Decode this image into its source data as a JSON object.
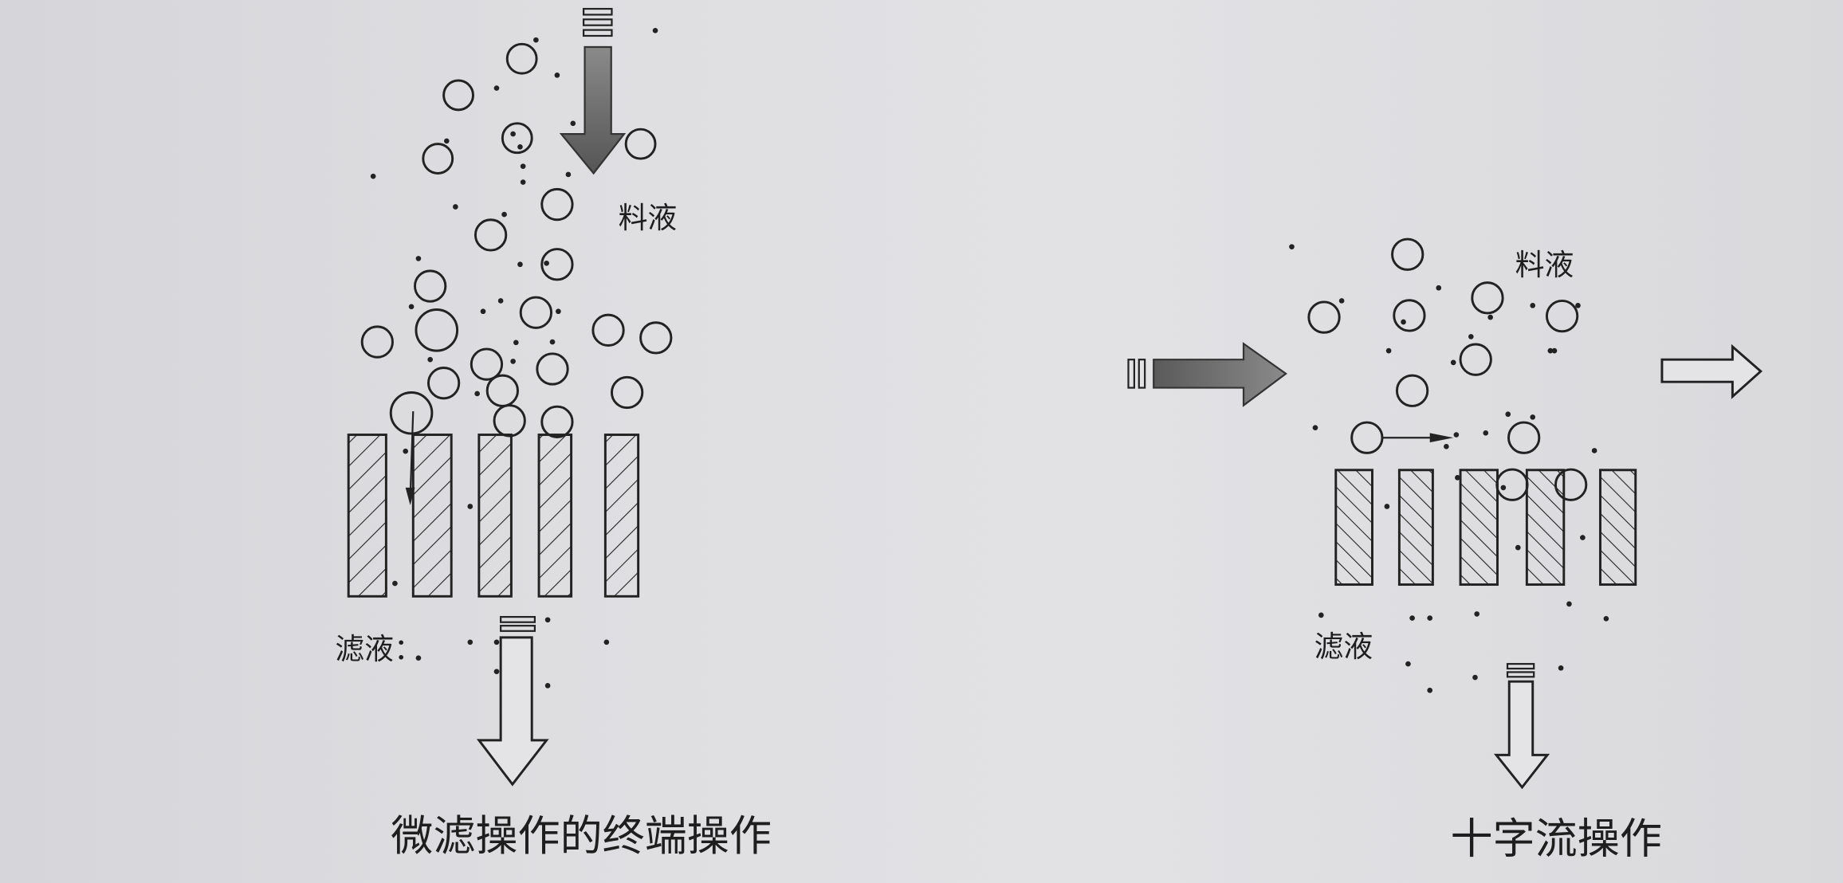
{
  "left_panel": {
    "feed_label": "料液",
    "filtrate_label": "滤液：",
    "caption": "微滤操作的终端操作"
  },
  "right_panel": {
    "feed_label": "料液",
    "filtrate_label": "滤液",
    "caption": "十字流操作"
  },
  "colors": {
    "ink": "#1e1e1e",
    "arrow_fill": "#6e6e6e",
    "paper": "#dedee1"
  }
}
